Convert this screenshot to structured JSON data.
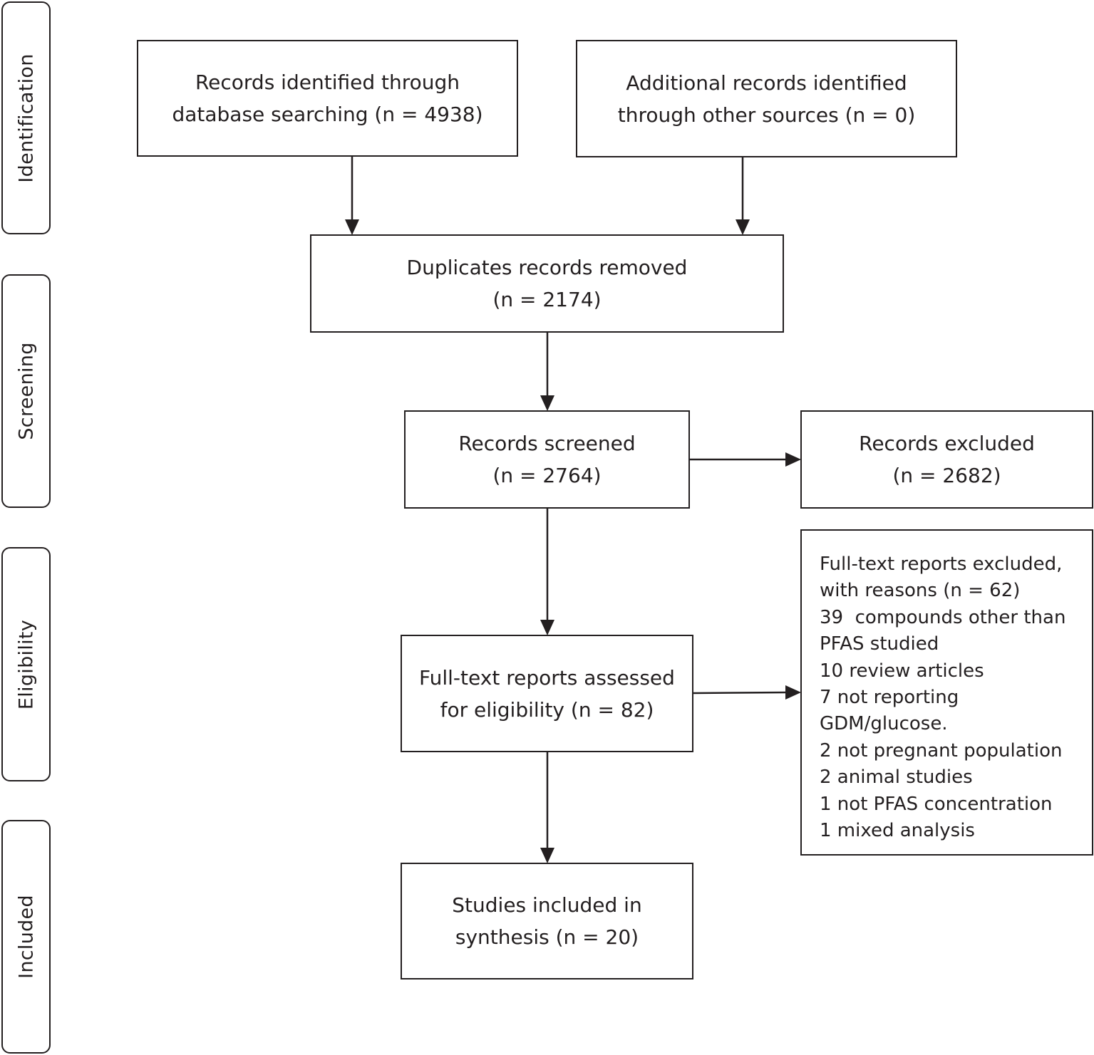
{
  "phases": {
    "identification": "Identification",
    "screening": "Screening",
    "eligibility": "Eligibility",
    "included": "Included"
  },
  "boxes": {
    "database_search": {
      "line1": "Records identified through",
      "line2": "database searching (n = 4938)"
    },
    "other_sources": {
      "line1": "Additional records identified",
      "line2": "through other sources (n = 0)"
    },
    "duplicates_removed": {
      "line1": "Duplicates records removed",
      "line2": "(n = 2174)"
    },
    "records_screened": {
      "line1": "Records screened",
      "line2": "(n = 2764)"
    },
    "records_excluded": {
      "line1": "Records excluded",
      "line2": "(n = 2682)"
    },
    "fulltext_assessed": {
      "line1": "Full-text reports assessed",
      "line2": "for eligibility (n = 82)"
    },
    "fulltext_excluded": {
      "lines": [
        "Full-text reports excluded,",
        "with reasons (n = 62)",
        "39  compounds other than",
        "PFAS studied",
        "10 review articles",
        "7 not reporting",
        "GDM/glucose.",
        "2 not pregnant population",
        "2 animal studies",
        "1 not PFAS concentration",
        "1 mixed analysis"
      ]
    },
    "studies_included": {
      "line1": "Studies included in",
      "line2": "synthesis (n = 20)"
    }
  }
}
